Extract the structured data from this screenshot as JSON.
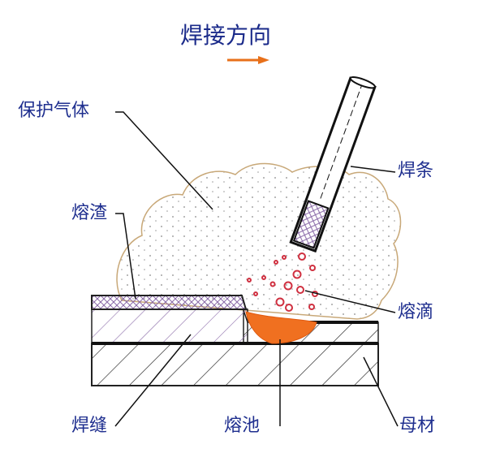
{
  "title": "焊接方向",
  "labels": {
    "shielding_gas": "保护气体",
    "slag": "熔渣",
    "electrode": "焊条",
    "droplet": "熔滴",
    "weld_seam": "焊缝",
    "weld_pool": "熔池",
    "base_metal": "母材"
  },
  "colors": {
    "text": "#1f2f8f",
    "arrow": "#e8701a",
    "pool": "#f07020",
    "droplet": "#d03040",
    "cloud": "#c8a878"
  }
}
